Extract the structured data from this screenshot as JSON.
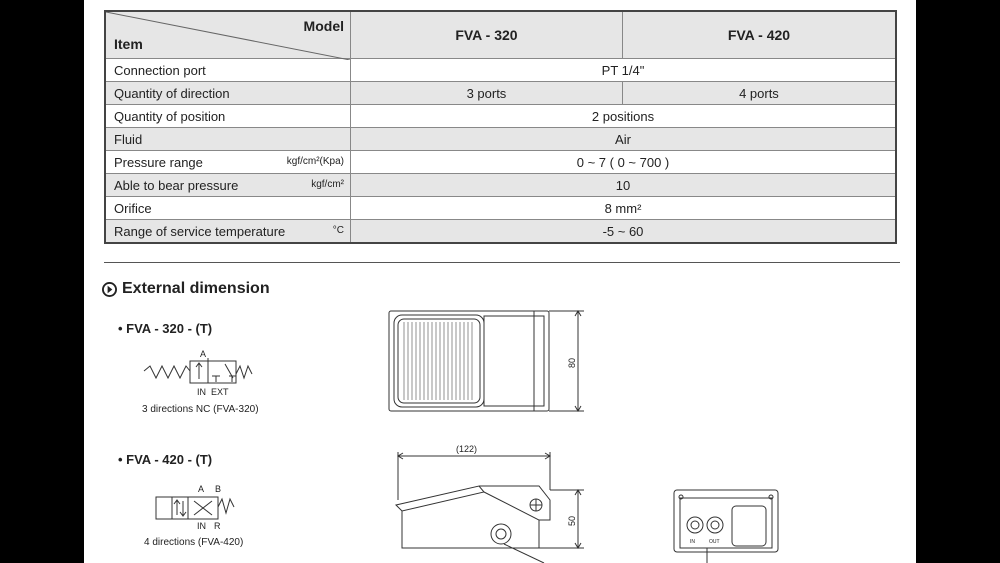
{
  "table": {
    "header": {
      "item": "Item",
      "model": "Model",
      "col1": "FVA - 320",
      "col2": "FVA - 420"
    },
    "rows": [
      {
        "label": "Connection port",
        "unit": "",
        "value": "PT 1/4\""
      },
      {
        "label": "Quantity of direction",
        "unit": "",
        "v1": "3 ports",
        "v2": "4 ports"
      },
      {
        "label": "Quantity of position",
        "unit": "",
        "value": "2 positions"
      },
      {
        "label": "Fluid",
        "unit": "",
        "value": "Air"
      },
      {
        "label": "Pressure range",
        "unit": "kgf/cm²(Kpa)",
        "value": "0 ~ 7 ( 0 ~ 700 )"
      },
      {
        "label": "Able to bear pressure",
        "unit": "kgf/cm²",
        "value": "10"
      },
      {
        "label": "Orifice",
        "unit": "",
        "value": "8 mm²"
      },
      {
        "label": "Range of service temperature",
        "unit": "°C",
        "value": "-5 ~ 60"
      }
    ]
  },
  "section": {
    "title": "External dimension"
  },
  "models": [
    {
      "label": "• FVA - 320 - (T)",
      "caption": "3 directions  NC  (FVA-320)",
      "ports_top": "A",
      "ports_bottom": [
        "IN",
        "EXT"
      ]
    },
    {
      "label": "• FVA - 420 - (T)",
      "caption": "4 directions  (FVA-420)",
      "ports_top": [
        "A",
        "B"
      ],
      "ports_bottom": [
        "IN",
        "R"
      ]
    }
  ],
  "dimensions": {
    "height_top": "80",
    "length": "(122)",
    "height_side": "50",
    "port_in": "IN",
    "port_out": "OUT"
  }
}
